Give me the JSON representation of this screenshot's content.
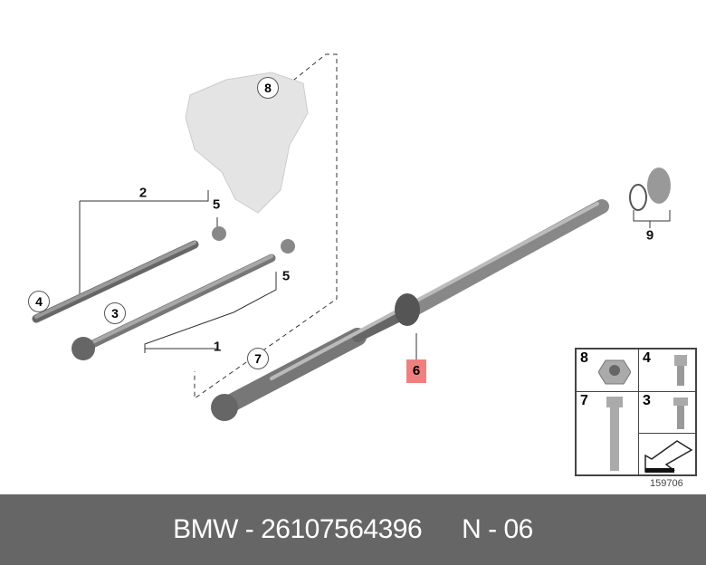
{
  "callouts": {
    "c8": "8",
    "c2": "2",
    "c5a": "5",
    "c5b": "5",
    "c4": "4",
    "c3": "3",
    "c1": "1",
    "c7": "7",
    "c6": "6",
    "c9": "9"
  },
  "legend": {
    "items": [
      "8",
      "4",
      "7",
      "3"
    ]
  },
  "figure_number": "159706",
  "footer": {
    "part": "BMW - 26107564396",
    "position": "N - 06"
  },
  "colors": {
    "highlight": "#f08080",
    "footer_bg": "#666666"
  }
}
